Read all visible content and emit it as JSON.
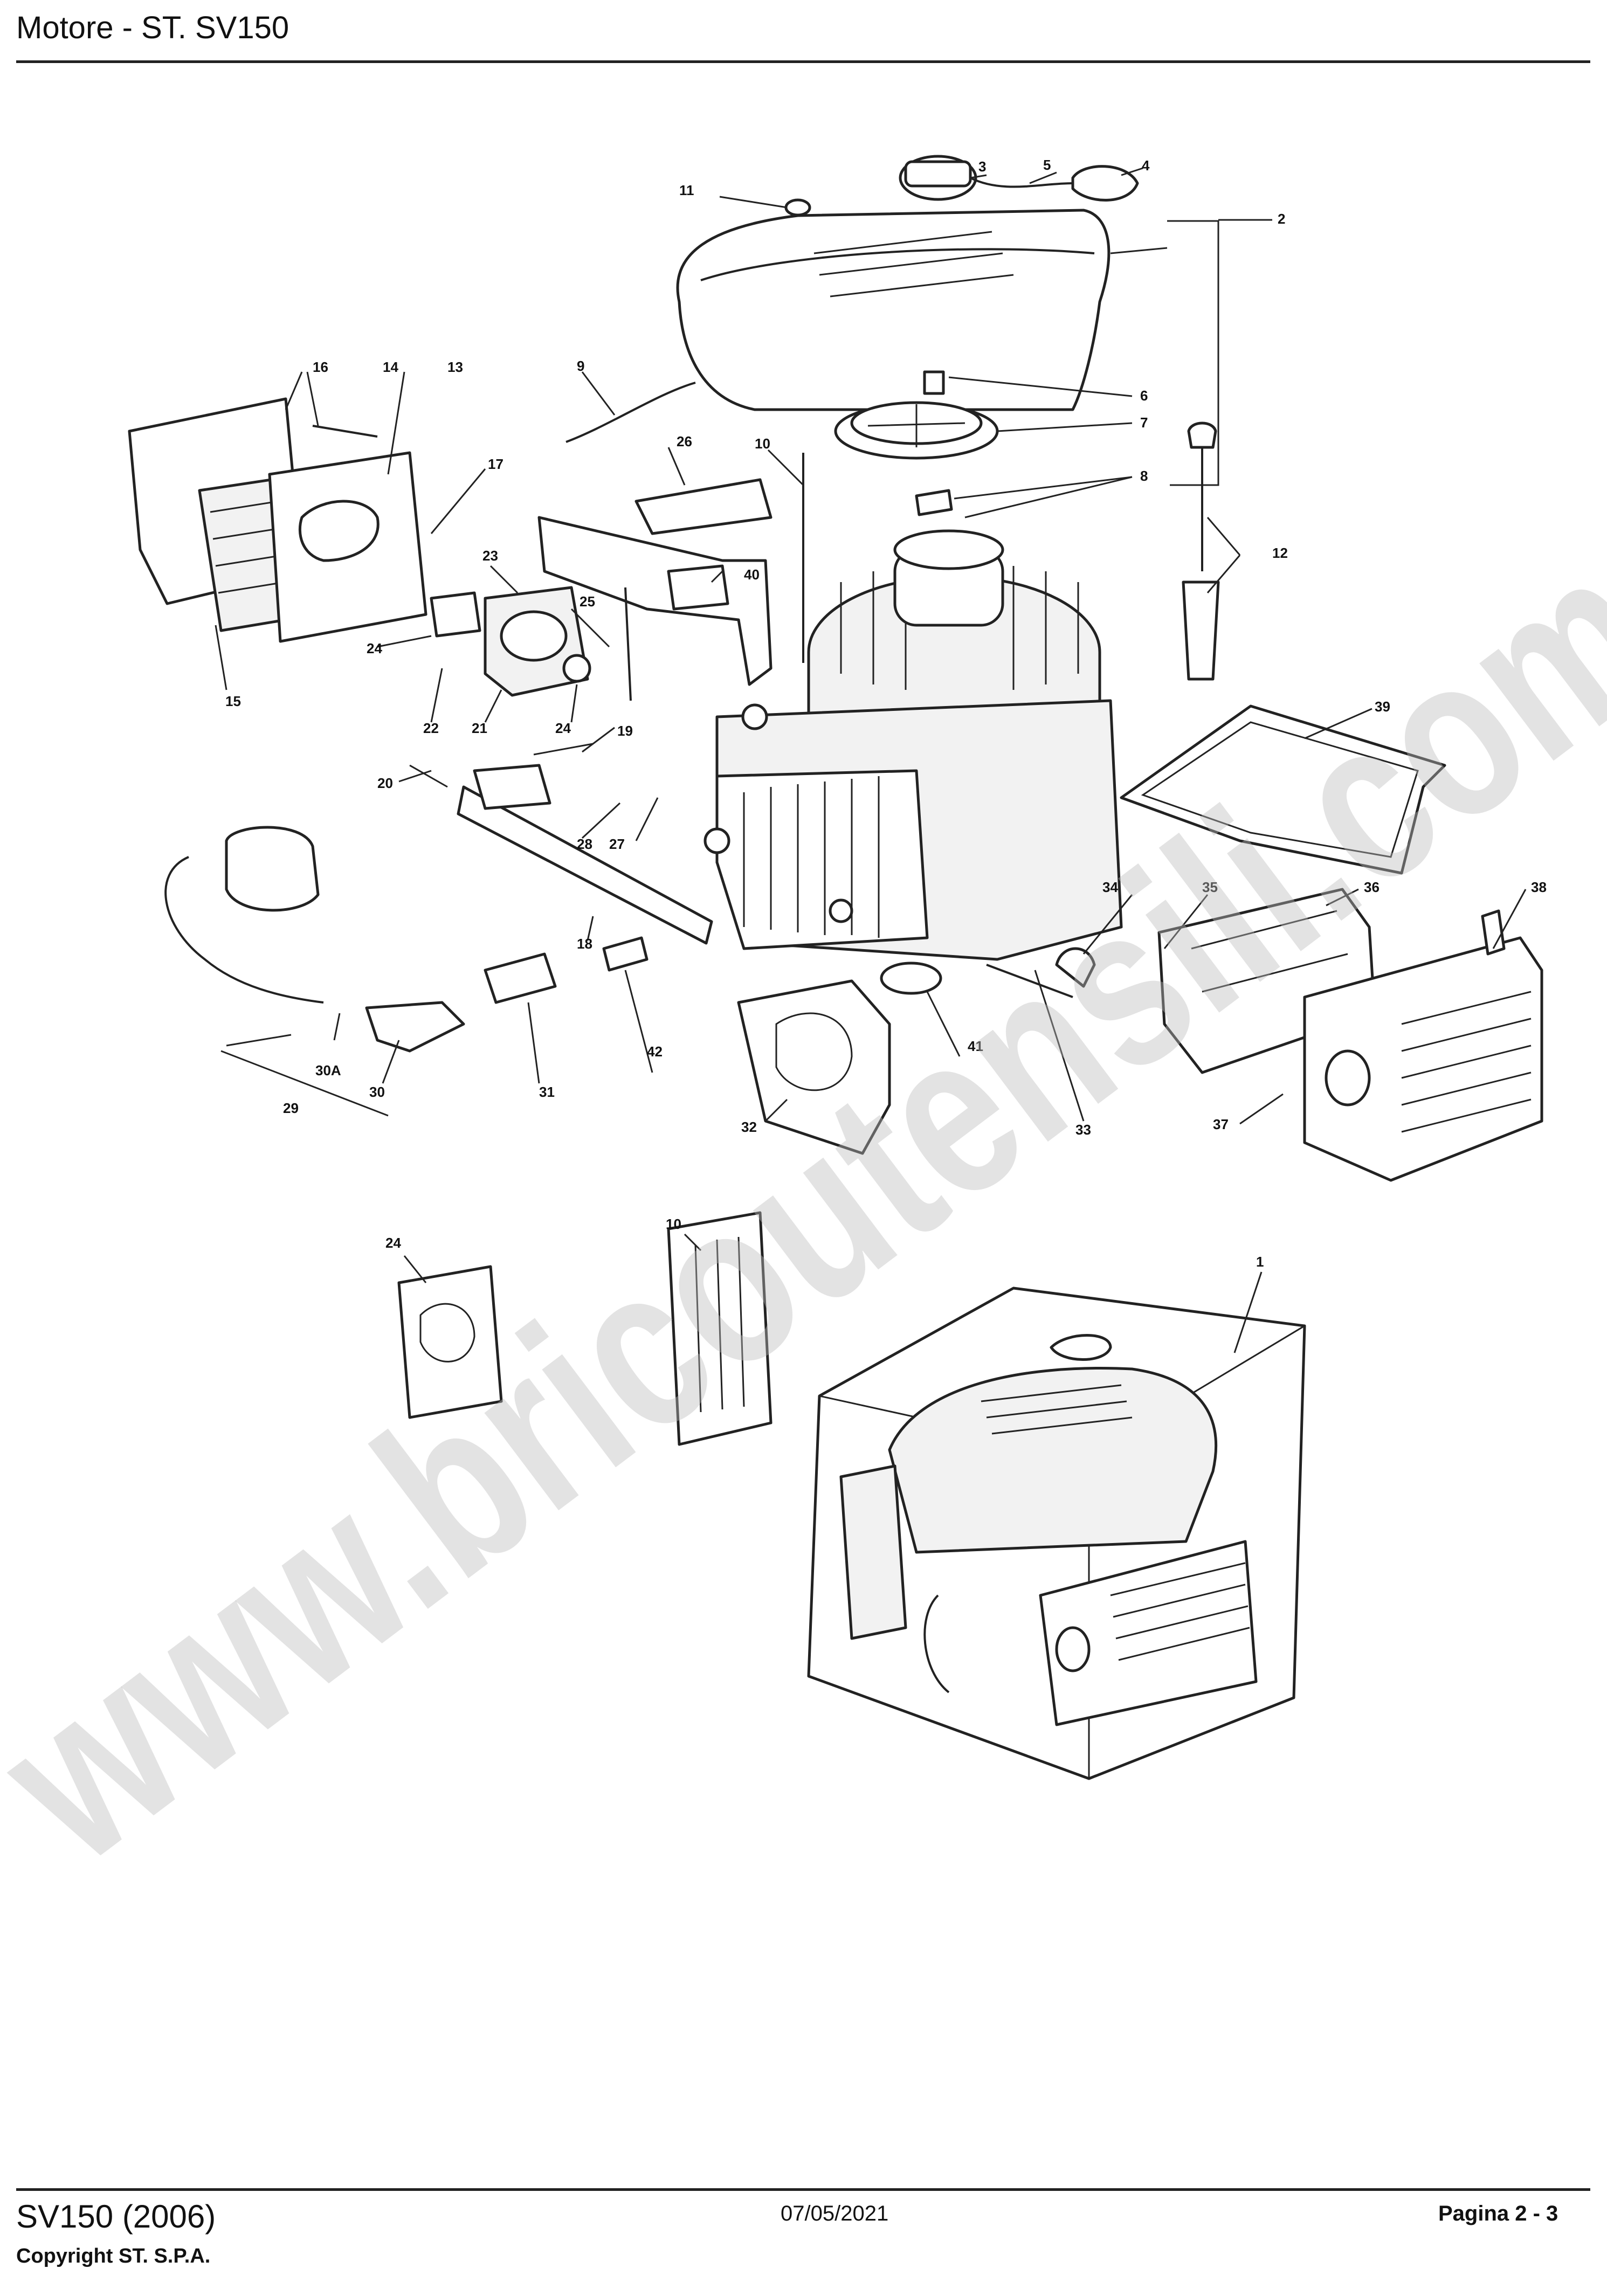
{
  "header": {
    "title": "Motore - ST. SV150"
  },
  "footer": {
    "model": "SV150 (2006)",
    "copyright": "Copyright ST. S.P.A.",
    "date": "07/05/2021",
    "page": "Pagina 2 - 3"
  },
  "watermark": "www.bricoutensili.com",
  "callouts": [
    "1",
    "2",
    "3",
    "4",
    "5",
    "6",
    "7",
    "8",
    "9",
    "10",
    "11",
    "12",
    "13",
    "14",
    "15",
    "16",
    "17",
    "18",
    "19",
    "20",
    "21",
    "22",
    "23",
    "24",
    "25",
    "26",
    "27",
    "28",
    "29",
    "30",
    "30A",
    "31",
    "32",
    "33",
    "34",
    "35",
    "36",
    "37",
    "38",
    "39",
    "40",
    "41",
    "42"
  ]
}
